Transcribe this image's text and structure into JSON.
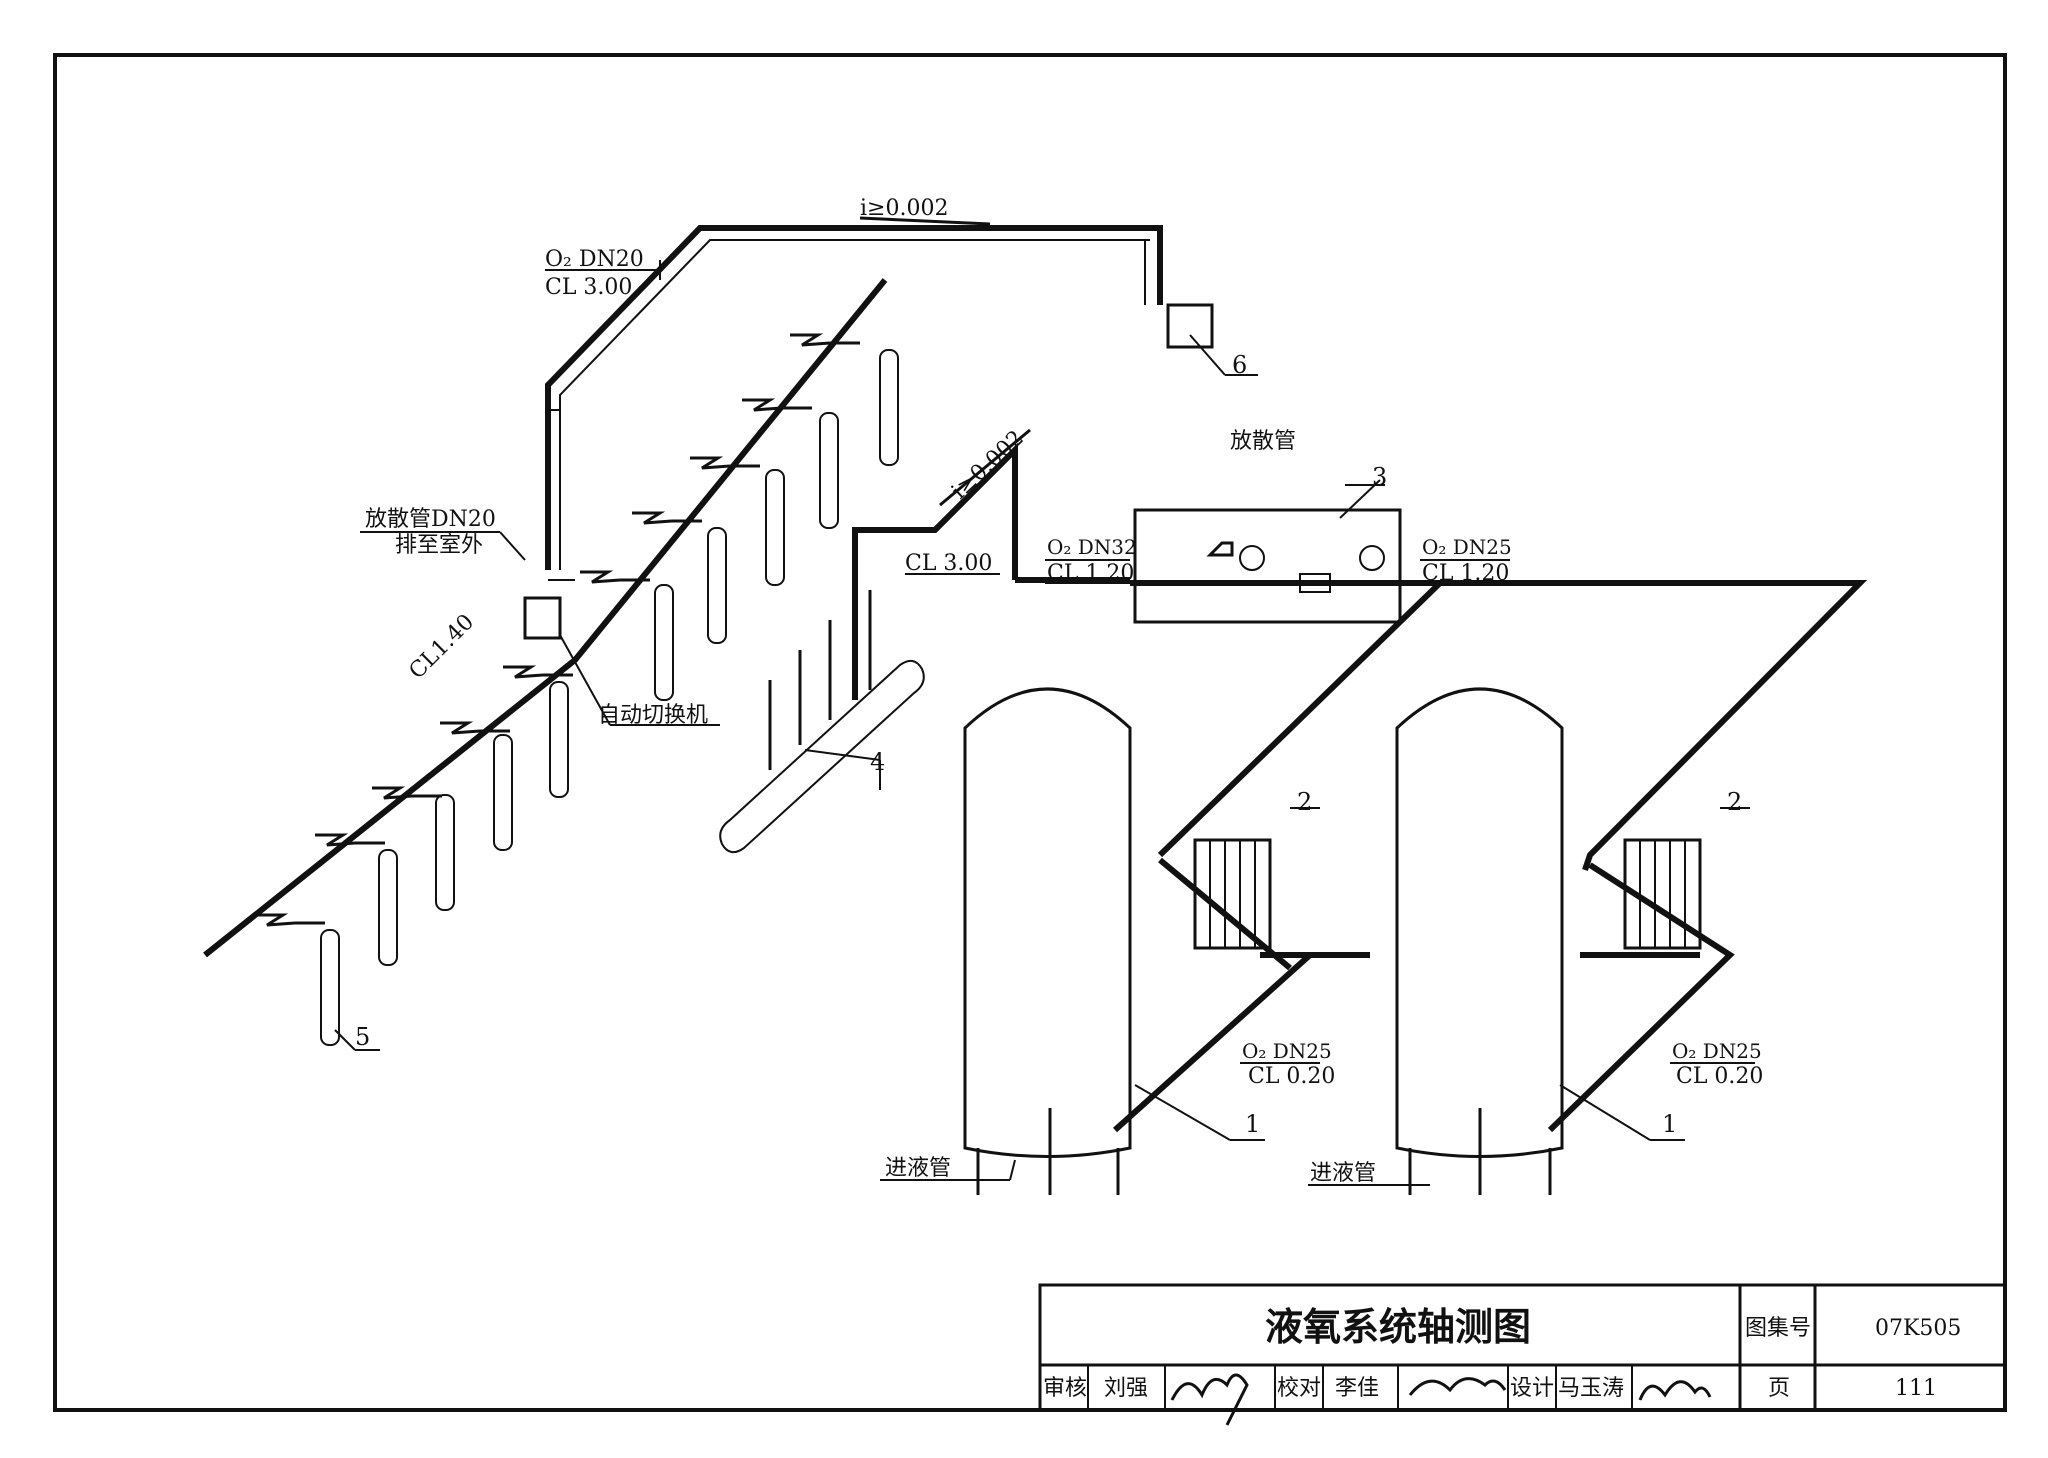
{
  "labels": {
    "slope_top": "i≥0.002",
    "slope_mid": "i≥0.002",
    "o2_dn20": "O₂ DN20",
    "cl_300_top": "CL 3.00",
    "vent_dn20": "放散管DN20",
    "vent_outdoor": "排至室外",
    "cl_140": "CL1.40",
    "auto_switch": "自动切换机",
    "cl_300_mid": "CL 3.00",
    "o2_dn32": "O₂ DN32",
    "cl_120_a": "CL 1.20",
    "vent_pipe": "放散管",
    "o2_dn25_top": "O₂ DN25",
    "cl_120_b": "CL 1.20",
    "o2_dn25_left": "O₂ DN25",
    "cl_020_left": "CL 0.20",
    "o2_dn25_right": "O₂ DN25",
    "cl_020_right": "CL 0.20",
    "inlet_left": "进液管",
    "inlet_right": "进液管"
  },
  "item_numbers": {
    "n1_left": "1",
    "n1_right": "1",
    "n2_left": "2",
    "n2_right": "2",
    "n3": "3",
    "n4": "4",
    "n5": "5",
    "n6": "6"
  },
  "title_block": {
    "title": "液氧系统轴测图",
    "atlas_label": "图集号",
    "atlas_no": "07K505",
    "review_label": "审核",
    "reviewer": "刘强",
    "check_label": "校对",
    "checker": "李佳",
    "design_label": "设计",
    "designer": "马玉涛",
    "page_label": "页",
    "page_no": "111"
  }
}
